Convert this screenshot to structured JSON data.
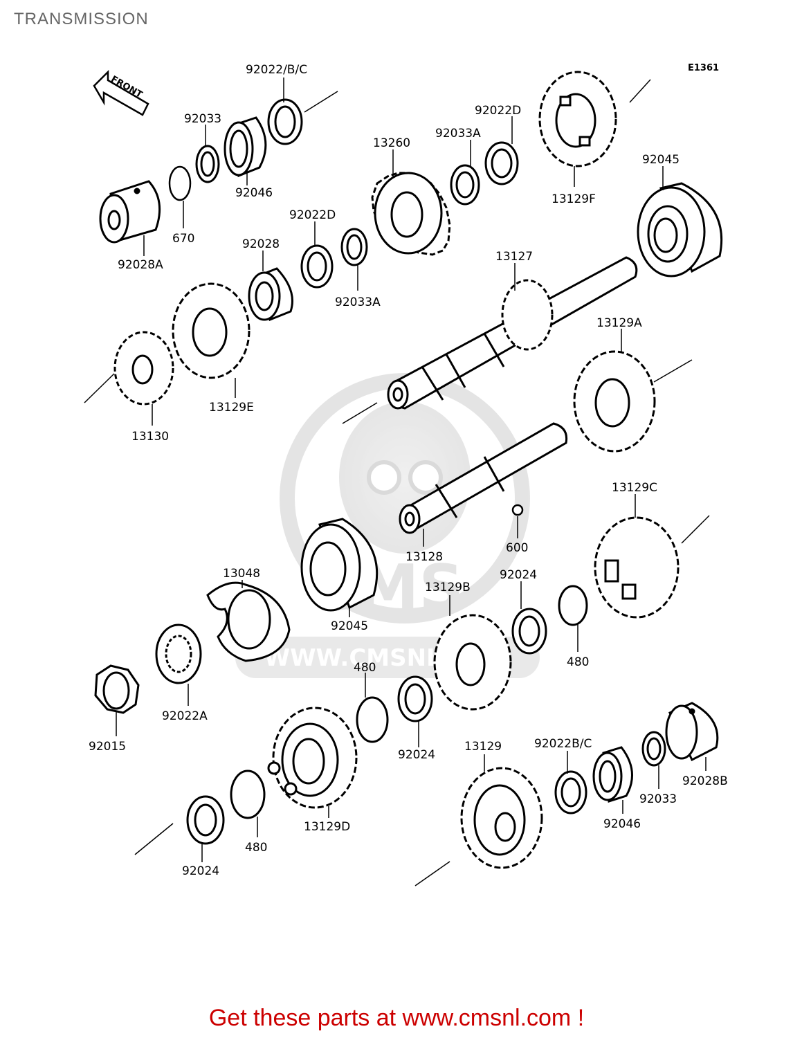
{
  "page": {
    "title": "TRANSMISSION"
  },
  "diagram": {
    "code": "E1361",
    "front_label": "FRONT",
    "watermark": {
      "logo_text": "CMS",
      "url_text": "WWW.CMSNL.COM"
    },
    "labels": {
      "l1": "92022/B/C",
      "l2": "92033",
      "l3": "92046",
      "l4": "670",
      "l5": "92028A",
      "l6": "13260",
      "l7": "92033A",
      "l8": "92022D",
      "l9": "13129F",
      "l10": "92045",
      "l11": "92022D",
      "l12": "92028",
      "l13": "92033A",
      "l14": "13127",
      "l15": "13129A",
      "l16": "13129E",
      "l17": "13130",
      "l18": "13128",
      "l19": "600",
      "l20": "13129C",
      "l21": "13048",
      "l22": "92045",
      "l23": "13129B",
      "l24": "92024",
      "l25": "480",
      "l26": "92022A",
      "l27": "92015",
      "l28": "480",
      "l29": "92024",
      "l30": "13129",
      "l31": "92022B/C",
      "l32": "92028B",
      "l33": "92033",
      "l34": "92046",
      "l35": "13129D",
      "l36": "480",
      "l37": "92024"
    }
  },
  "footer": {
    "cta": "Get these parts at www.cmsnl.com !"
  }
}
